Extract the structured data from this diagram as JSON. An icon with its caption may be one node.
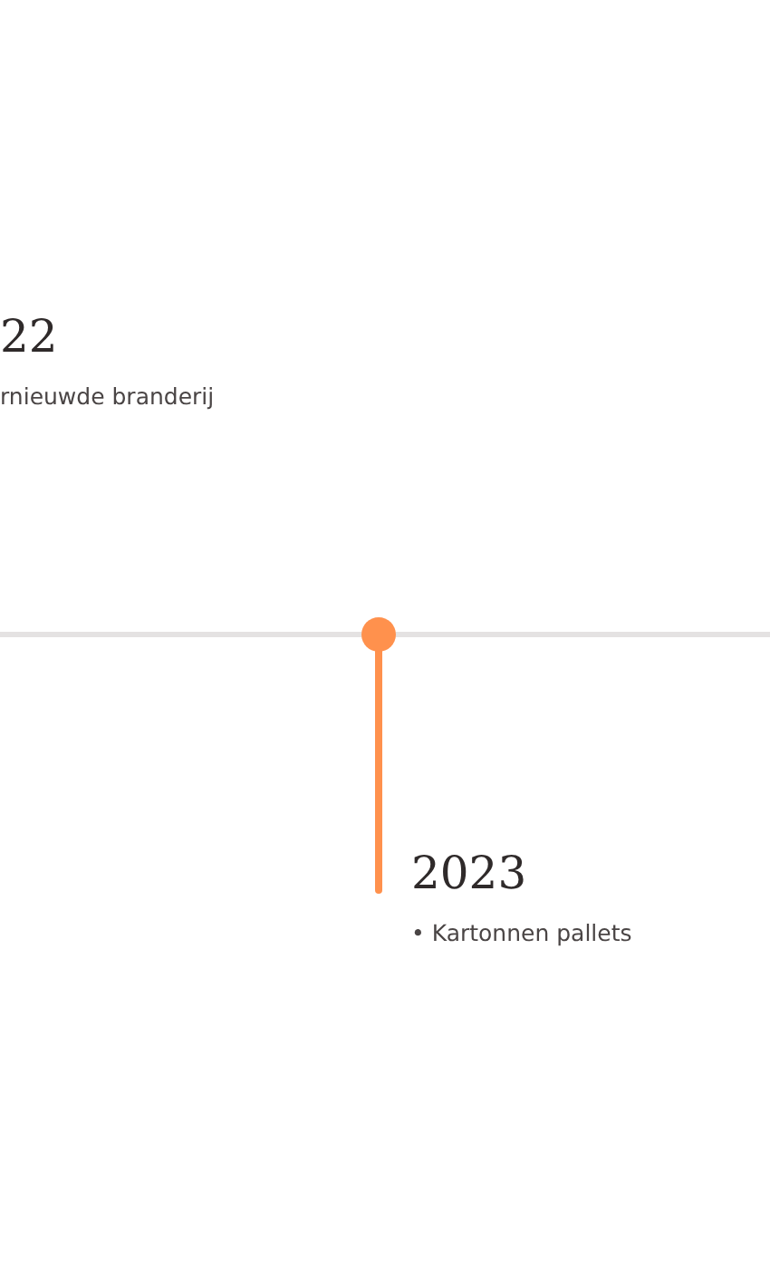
{
  "diagram": {
    "labels": [
      "22",
      "rnieuwde branderij",
      "2023",
      "• Kartonnen pallets"
    ]
  }
}
